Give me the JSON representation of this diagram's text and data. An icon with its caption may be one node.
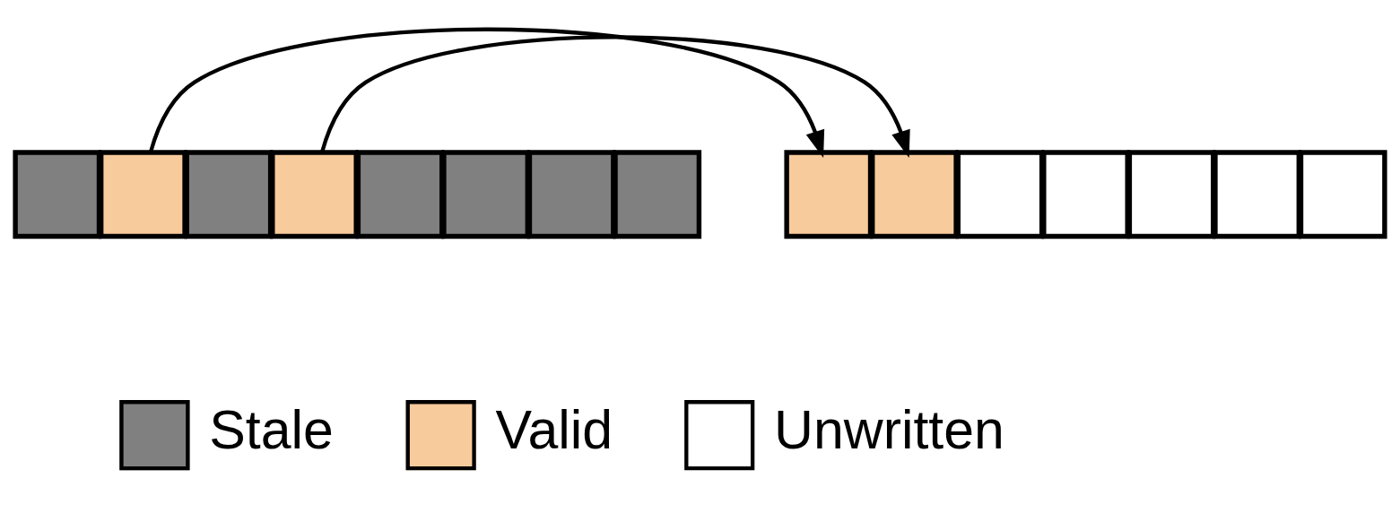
{
  "diagram": {
    "nodes": [
      {
        "text": [],
        "shape": "box"
      },
      {
        "text": [],
        "shape": "box"
      },
      {
        "text": [],
        "shape": "box"
      },
      {
        "text": [],
        "shape": "box"
      },
      {
        "text": [],
        "shape": "box"
      },
      {
        "text": [],
        "shape": "box"
      },
      {
        "text": [],
        "shape": "box"
      },
      {
        "text": [],
        "shape": "box"
      },
      {
        "text": [],
        "shape": "box"
      },
      {
        "text": [],
        "shape": "box"
      },
      {
        "text": [],
        "shape": "box"
      },
      {
        "text": [],
        "shape": "box"
      },
      {
        "text": [],
        "shape": "box"
      },
      {
        "text": [],
        "shape": "box"
      },
      {
        "text": [],
        "shape": "box"
      }
    ],
    "edges": [
      {
        "from": 1,
        "to": 8,
        "arrow": "to"
      },
      {
        "from": 3,
        "to": 9,
        "arrow": "to"
      }
    ],
    "legend": [
      {
        "text": "Stale",
        "color": "#808080"
      },
      {
        "text": "Valid",
        "color": "#f8cb9c"
      },
      {
        "text": "Unwritten",
        "color": "#ffffff"
      }
    ]
  }
}
